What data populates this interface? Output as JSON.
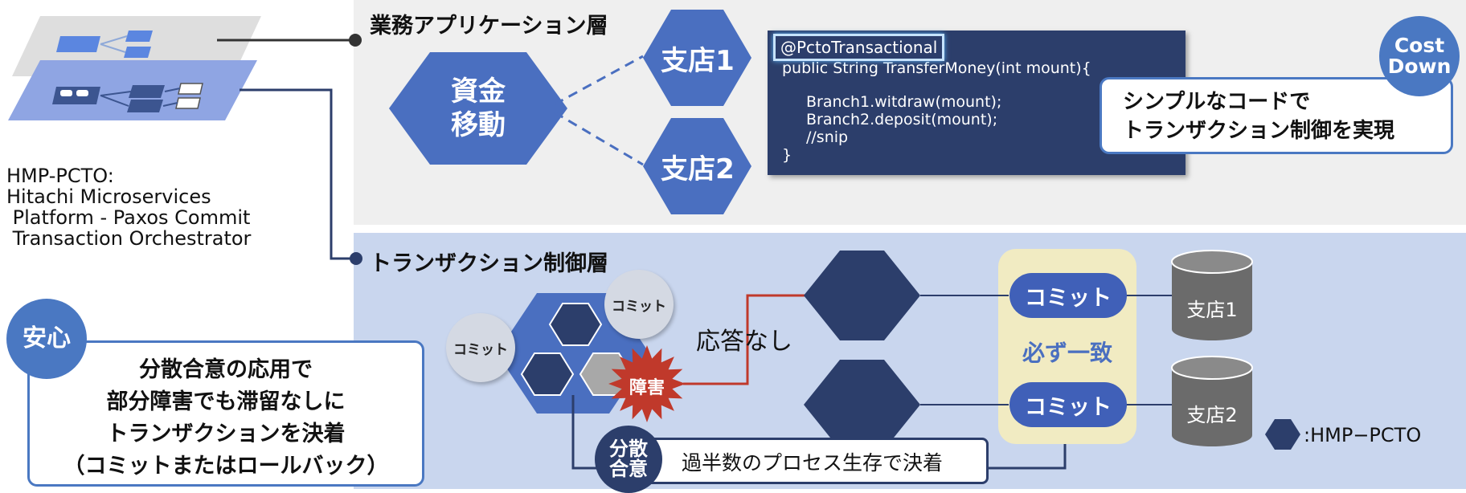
{
  "app_layer": {
    "title": "業務アプリケーション層",
    "fund_transfer": "資金\n移動",
    "branch1": "支店1",
    "branch2": "支店2"
  },
  "code": {
    "annotation": "@PctoTransactional",
    "lines": [
      "public String TransferMoney(int mount){",
      "Branch1.witdraw(mount);",
      "Branch2.deposit(mount);",
      "//snip",
      "}"
    ]
  },
  "cost_down_badge": "Cost\nDown",
  "simple_code_callout": "シンプルなコードで\nトランザクション制御を実現",
  "hmp_description": "HMP-PCTO:\nHitachi Microservices\n Platform - Paxos Commit\n Transaction Orchestrator",
  "tx_layer": {
    "title": "トランザクション制御層",
    "commit_bubble_1": "コミット",
    "commit_bubble_2": "コミット",
    "failure": "障害",
    "no_response": "応答なし",
    "commit_pill_1": "コミット",
    "commit_pill_2": "コミット",
    "always_consistent": "必ず一致",
    "db1": "支店1",
    "db2": "支店2",
    "legend": ":HMP−PCTO",
    "consensus_badge": "分散\n合意",
    "consensus_text": "過半数のプロセス生存で決着"
  },
  "safety": {
    "badge": "安心",
    "text": "分散合意の応用で\n部分障害でも滞留なしに\nトランザクションを決着\n（コミットまたはロールバック）"
  },
  "colors": {
    "hex_blue": "#4a6fc0",
    "dark_navy": "#2c3e6b",
    "accent_blue": "#4a78c2",
    "failure_red": "#c0392b",
    "tx_band": "#c9d6ee",
    "app_band": "#efefef"
  }
}
